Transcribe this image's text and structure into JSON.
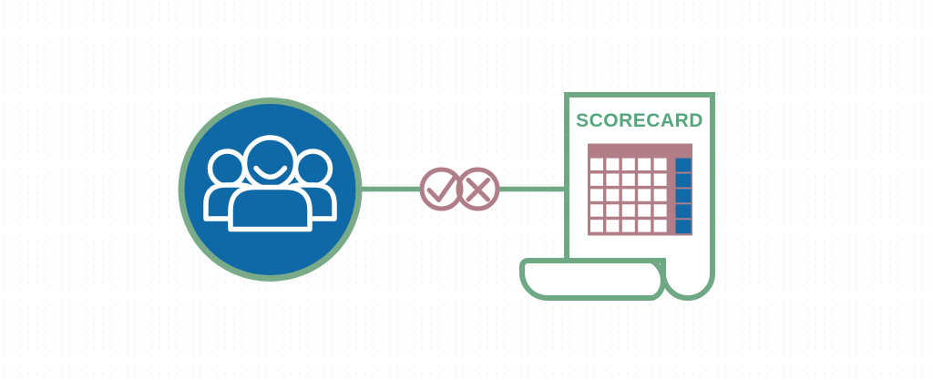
{
  "diagram": {
    "description_colors": {
      "accent_blue": "#0F69A7",
      "cell_blue": "#1169A8",
      "outline_green": "#6FA885",
      "ring_green": "#7AAB88",
      "text_green": "#55A67D",
      "badge_mauve": "#B07E89",
      "table_mauve": "#B17E87",
      "background": "#FFFFFF"
    },
    "audience": {
      "icon": "people-group-icon"
    },
    "connector": {
      "approve_icon": "check-icon",
      "reject_icon": "cross-icon"
    },
    "scorecard": {
      "label": "SCORECARD",
      "icon": "scorecard-document-icon",
      "table": {
        "rows": 5,
        "white_columns": 5,
        "blue_columns": 1
      }
    }
  }
}
